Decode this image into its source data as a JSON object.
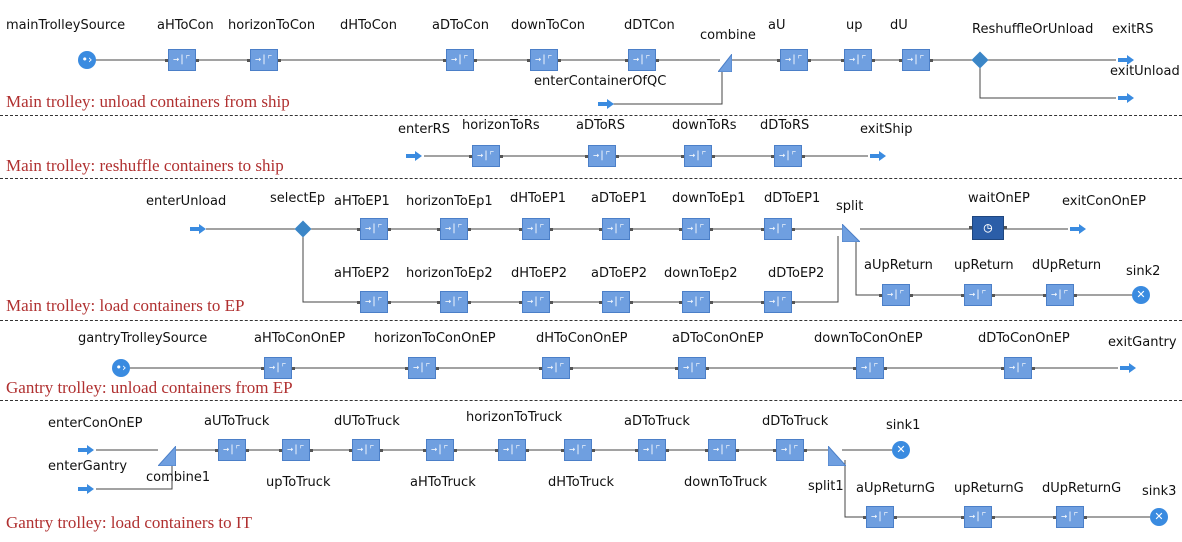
{
  "colors": {
    "block": "#6f9fe0",
    "block_dark": "#2b5ea8",
    "line": "#444444",
    "title": "#b03030",
    "accent": "#3a8be0"
  },
  "sections": [
    {
      "title": "Main trolley: unload containers from ship",
      "labels": {
        "source": "mainTrolleySource",
        "b1": "aHToCon",
        "b2": "horizonToCon",
        "b3": "dHToCon",
        "b4": "aDToCon",
        "b5": "downToCon",
        "b6": "dDTCon",
        "combine": "combine",
        "enter": "enterContainerOfQC",
        "b7": "aU",
        "b8": "up",
        "b9": "dU",
        "select": "ReshuffleOrUnload",
        "exit1": "exitRS",
        "exit2": "exitUnload"
      }
    },
    {
      "title": "Main trolley: reshuffle containers to ship",
      "labels": {
        "enter": "enterRS",
        "b1": "horizonToRs",
        "b2": "aDToRS",
        "b3": "downToRs",
        "b4": "dDToRS",
        "exit": "exitShip"
      }
    },
    {
      "title": "Main trolley: load containers to EP",
      "labels": {
        "enter": "enterUnload",
        "select": "selectEp",
        "t1": "aHToEP1",
        "t2": "horizonToEp1",
        "t3": "dHToEP1",
        "t4": "aDToEP1",
        "t5": "downToEp1",
        "t6": "dDToEP1",
        "b1": "aHToEP2",
        "b2": "horizonToEp2",
        "b3": "dHToEP2",
        "b4": "aDToEP2",
        "b5": "downToEp2",
        "b6": "dDToEP2",
        "split": "split",
        "wait": "waitOnEP",
        "exit": "exitConOnEP",
        "r1": "aUpReturn",
        "r2": "upReturn",
        "r3": "dUpReturn",
        "sink": "sink2"
      }
    },
    {
      "title": "Gantry trolley: unload containers from EP",
      "labels": {
        "source": "gantryTrolleySource",
        "b1": "aHToConOnEP",
        "b2": "horizonToConOnEP",
        "b3": "dHToConOnEP",
        "b4": "aDToConOnEP",
        "b5": "downToConOnEP",
        "b6": "dDToConOnEP",
        "exit": "exitGantry"
      }
    },
    {
      "title": "Gantry trolley: load containers to IT",
      "labels": {
        "enter1": "enterConOnEP",
        "enter2": "enterGantry",
        "combine": "combine1",
        "b1": "aUToTruck",
        "b2": "upToTruck",
        "b3": "dUToTruck",
        "b4": "aHToTruck",
        "b5": "horizonToTruck",
        "b6": "dHToTruck",
        "b7": "aDToTruck",
        "b8": "downToTruck",
        "b9": "dDToTruck",
        "sink1": "sink1",
        "split": "split1",
        "r1": "aUpReturnG",
        "r2": "upReturnG",
        "r3": "dUpReturnG",
        "sink3": "sink3"
      }
    }
  ],
  "glyphs": {
    "block": "→|⌜",
    "source": "•›",
    "sink": "✕",
    "clock": "◷"
  }
}
